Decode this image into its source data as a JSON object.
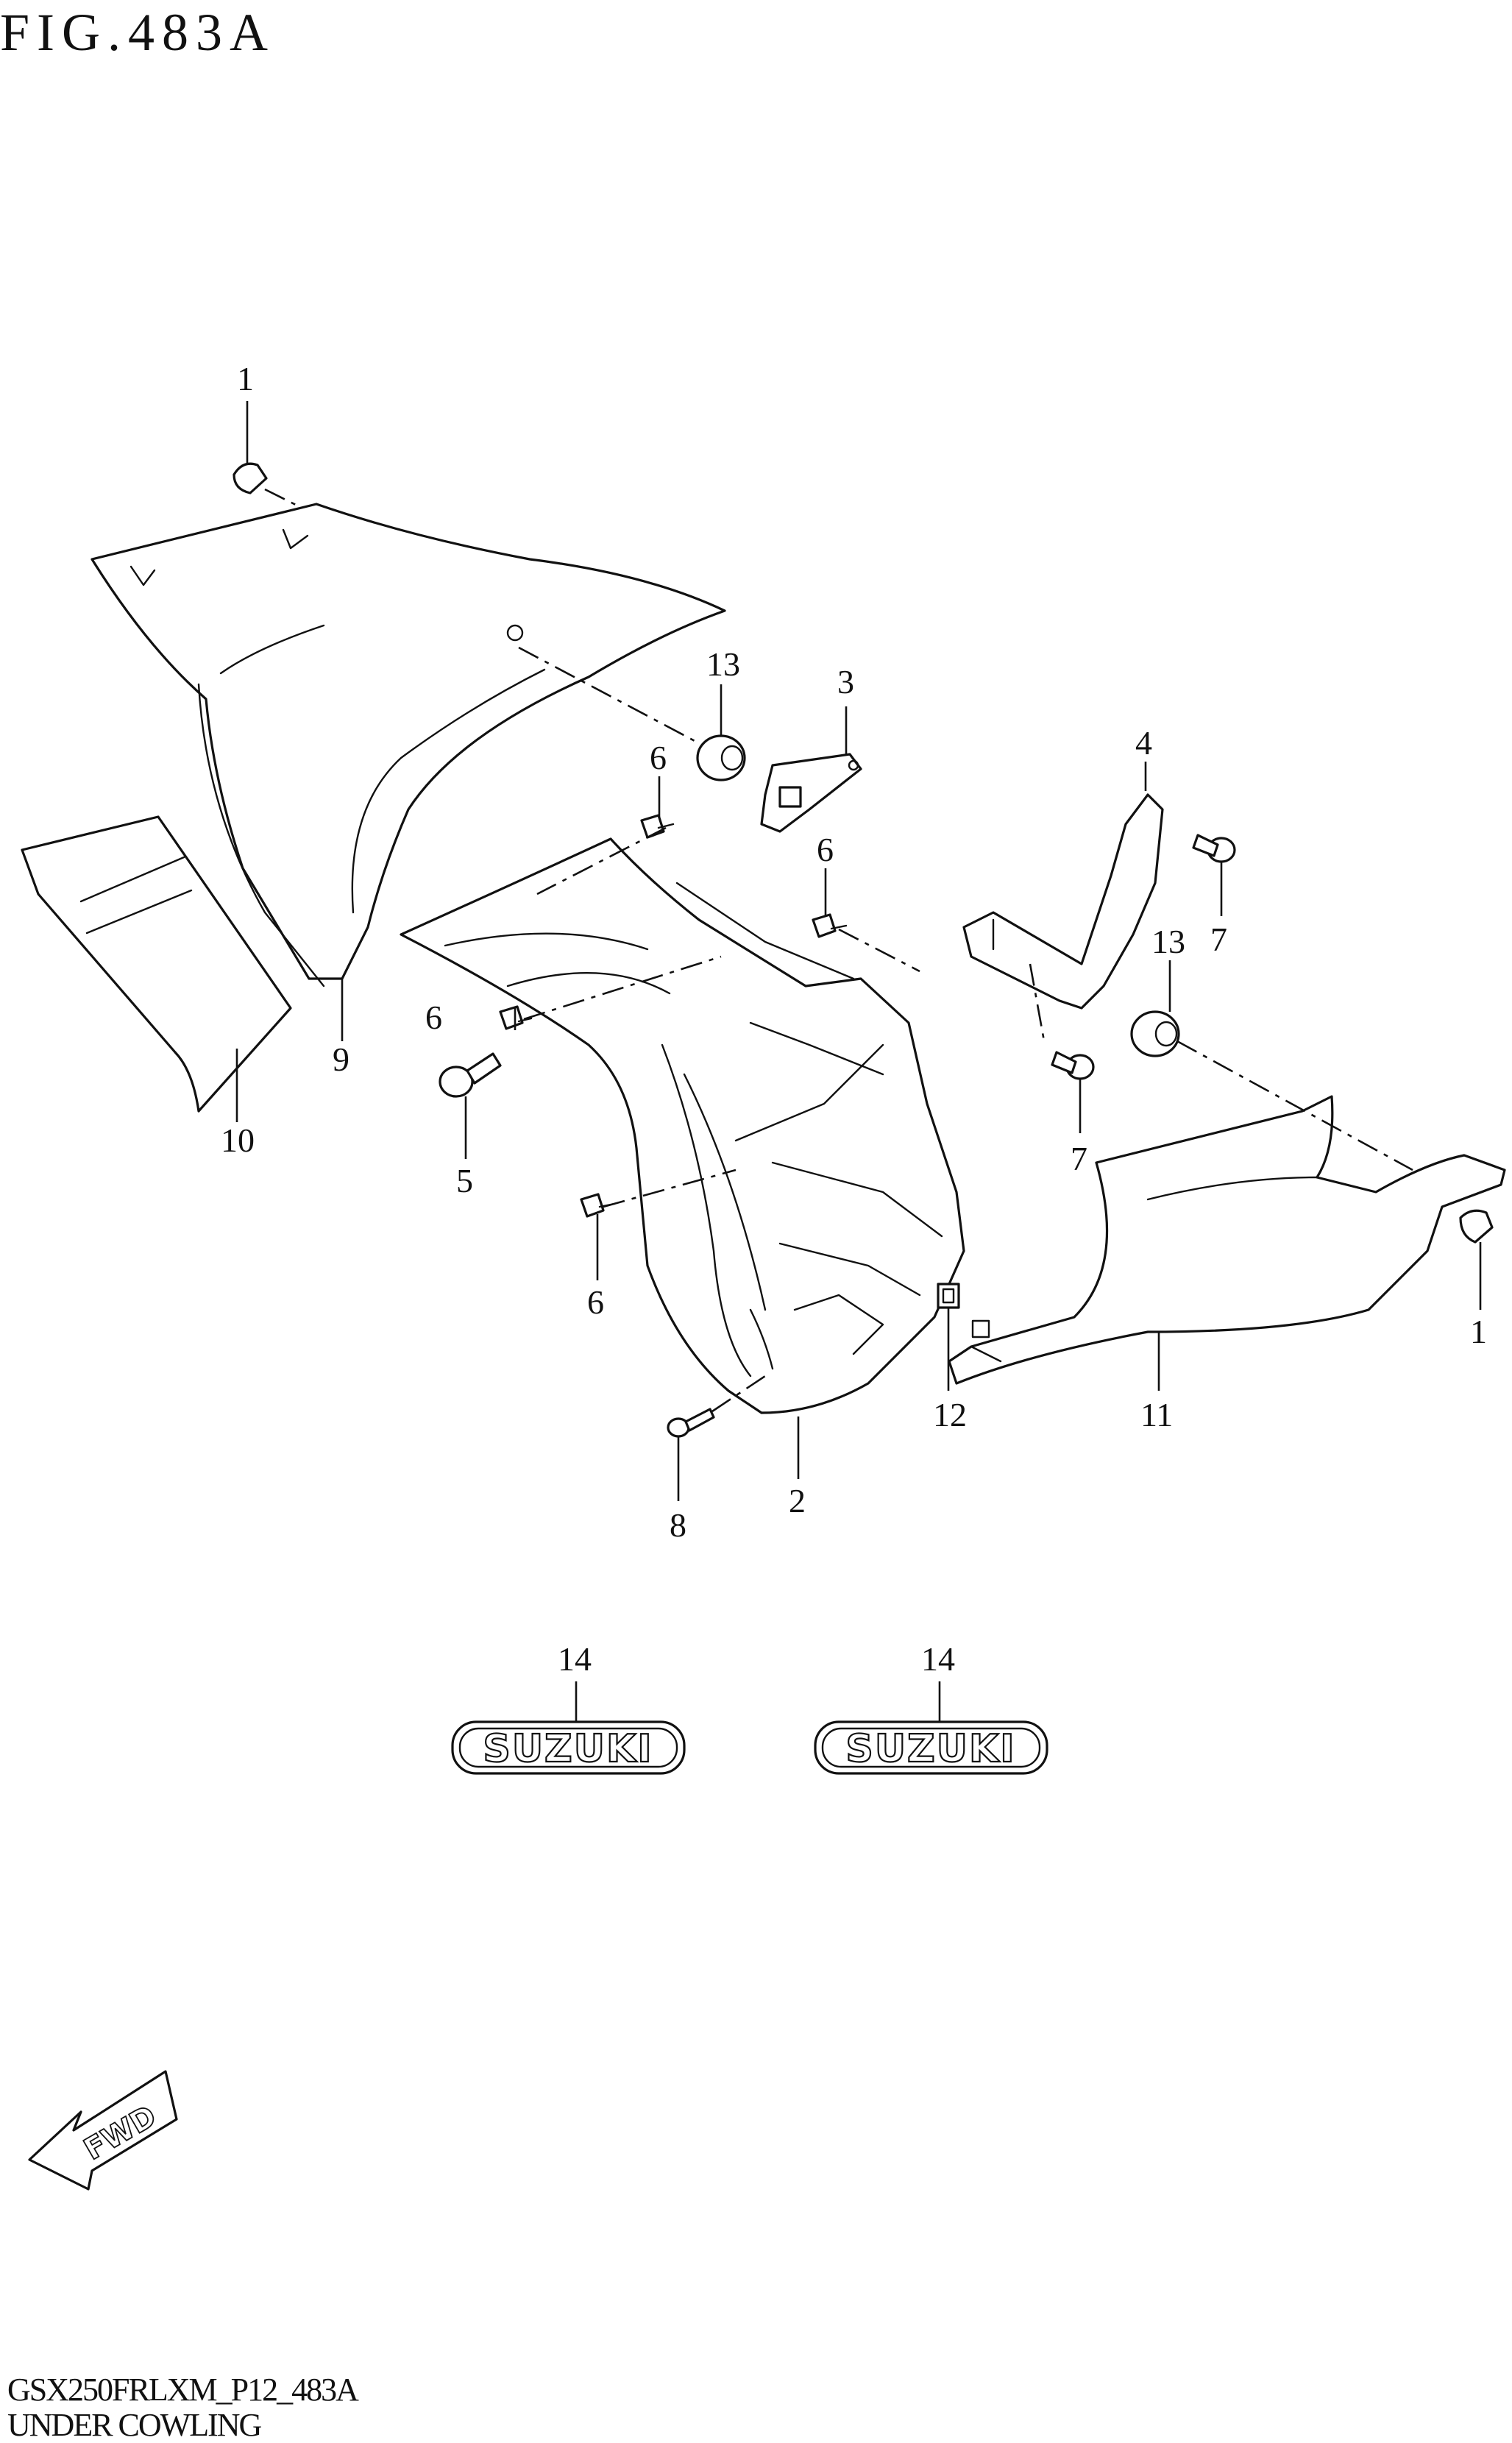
{
  "figure": {
    "title": "FIG.483A"
  },
  "footer": {
    "code": "GSX250FRLXM_P12_483A",
    "name": "UNDER COWLING"
  },
  "callouts": {
    "c1_top": "1",
    "c1_right": "1",
    "c2": "2",
    "c3": "3",
    "c4": "4",
    "c5": "5",
    "c6_a": "6",
    "c6_b": "6",
    "c6_c": "6",
    "c6_d": "6",
    "c7_a": "7",
    "c7_b": "7",
    "c8": "8",
    "c9": "9",
    "c10": "10",
    "c11": "11",
    "c12": "12",
    "c13_a": "13",
    "c13_b": "13",
    "c14_a": "14",
    "c14_b": "14"
  },
  "emblem": {
    "text": "SUZUKI"
  },
  "direction_marker": {
    "label": "FWD",
    "icon": "fwd-arrow-icon"
  }
}
